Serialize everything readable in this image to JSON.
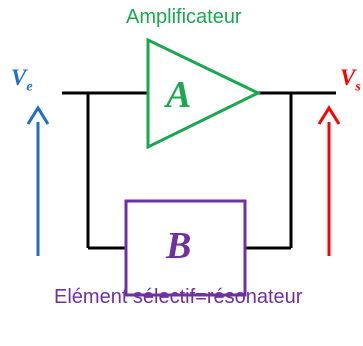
{
  "title_amplifier": "Amplificateur",
  "title_resonator": "Elément sélectif=résonateur",
  "ve": {
    "symbol": "V",
    "subscript": "e"
  },
  "vs": {
    "symbol": "V",
    "subscript": "s"
  },
  "block_a": "A",
  "block_b": "B",
  "colors": {
    "amplifier": "#1aa84e",
    "resonator": "#7030a0",
    "input": "#1f6fc1",
    "output": "#ff0000",
    "wire": "#000000"
  }
}
